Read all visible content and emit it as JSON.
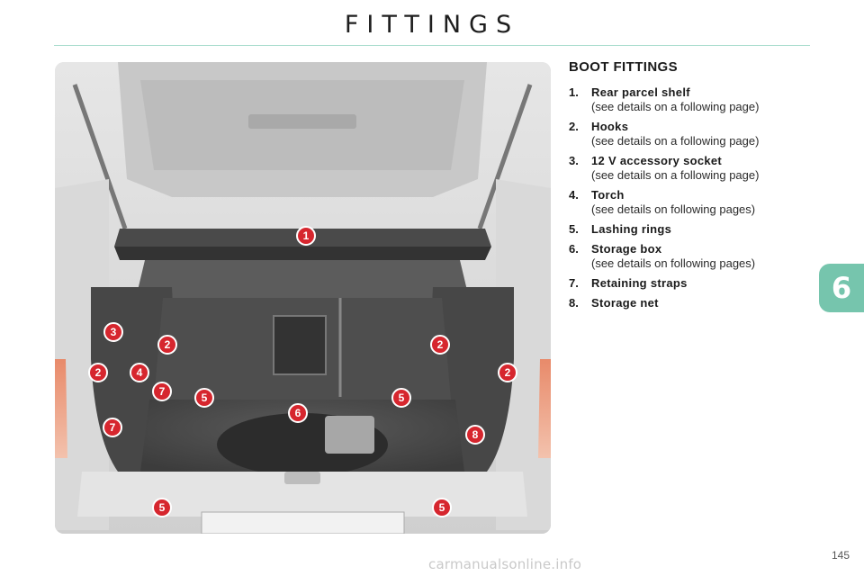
{
  "page": {
    "title": "FITTINGS",
    "chapter": "6",
    "page_number": "145",
    "watermark": "carmanualsonline.info"
  },
  "section": {
    "heading": "BOOT FITTINGS",
    "items": [
      {
        "num": "1.",
        "label": "Rear parcel shelf",
        "detail": "(see details on a following page)"
      },
      {
        "num": "2.",
        "label": "Hooks",
        "detail": "(see details on a following page)"
      },
      {
        "num": "3.",
        "label": "12 V accessory socket",
        "detail": "(see details on a following page)"
      },
      {
        "num": "4.",
        "label": "Torch",
        "detail": "(see details on following pages)"
      },
      {
        "num": "5.",
        "label": "Lashing rings",
        "detail": ""
      },
      {
        "num": "6.",
        "label": "Storage box",
        "detail": "(see details on following pages)"
      },
      {
        "num": "7.",
        "label": "Retaining straps",
        "detail": ""
      },
      {
        "num": "8.",
        "label": "Storage net",
        "detail": ""
      }
    ]
  },
  "callouts": [
    "1",
    "2",
    "2",
    "2",
    "2",
    "3",
    "4",
    "5",
    "5",
    "5",
    "5",
    "6",
    "7",
    "7",
    "8"
  ],
  "colors": {
    "accent": "#76c5ad",
    "rule": "#a8dccd",
    "callout": "#d6262e"
  }
}
